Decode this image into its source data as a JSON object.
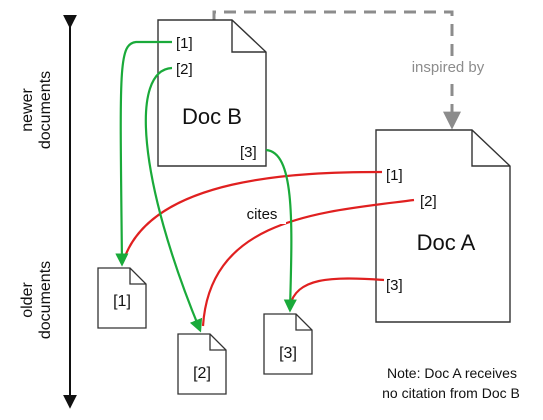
{
  "axis": {
    "top_label_line1": "newer",
    "top_label_line2": "documents",
    "bottom_label_line1": "older",
    "bottom_label_line2": "documents"
  },
  "doc_b": {
    "title": "Doc B",
    "refs": [
      "[1]",
      "[2]",
      "[3]"
    ]
  },
  "doc_a": {
    "title": "Doc A",
    "refs": [
      "[1]",
      "[2]",
      "[3]"
    ]
  },
  "cited_docs": [
    "[1]",
    "[2]",
    "[3]"
  ],
  "labels": {
    "inspired_by": "inspired by",
    "cites": "cites"
  },
  "note": {
    "line1": "Note: Doc A receives",
    "line2": "no citation from Doc B"
  },
  "colors": {
    "doc_b_arrows": "#1aaa3a",
    "doc_a_arrows": "#e02020",
    "inspired_arrow": "#8c8c8c",
    "outline": "#333333"
  }
}
